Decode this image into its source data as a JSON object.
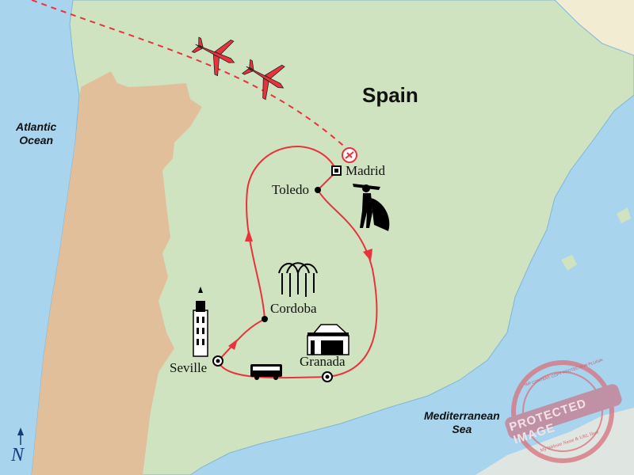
{
  "map": {
    "country_label": "Spain",
    "seas": {
      "atlantic_line1": "Atlantic",
      "atlantic_line2": "Ocean",
      "med_line1": "Mediterranean",
      "med_line2": "Sea"
    },
    "cities": [
      {
        "name": "Madrid",
        "marker": "square"
      },
      {
        "name": "Toledo",
        "marker": "dot"
      },
      {
        "name": "Cordoba",
        "marker": "dot"
      },
      {
        "name": "Seville",
        "marker": "ring"
      },
      {
        "name": "Granada",
        "marker": "ring"
      }
    ],
    "icons": [
      "airplane-icon",
      "airplane-icon",
      "airport-icon",
      "bullfighter-icon",
      "mezquita-icon",
      "giralda-tower-icon",
      "alhambra-building-icon",
      "bus-icon",
      "north-arrow-icon"
    ],
    "north_label": "N",
    "colors": {
      "sea": "#a8d4ee",
      "spain": "#cfe3c0",
      "portugal": "#e2bf9b",
      "france": "#f2ecd2",
      "africa": "#dfe6e2",
      "route": "#e8323c"
    },
    "watermark": {
      "main": "PROTECTED IMAGE",
      "top": "WP CONTENT COPY PROTECTION PLUGIN",
      "bottom": "My Website Name & URL Here"
    }
  }
}
